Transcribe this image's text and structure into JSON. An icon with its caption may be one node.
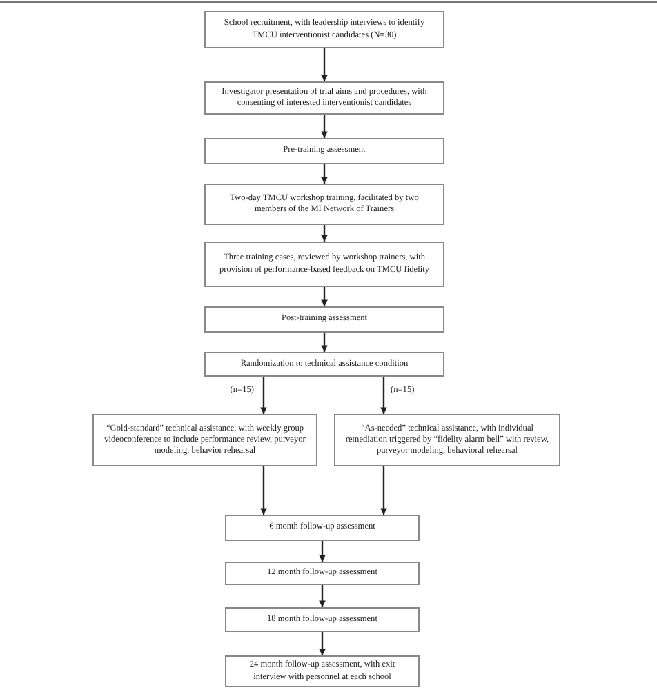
{
  "diagram": {
    "nodes": [
      {
        "text": [
          "School recruitment, with leadership interviews to identify TMCU interventionist candidates (N=30)"
        ]
      },
      {
        "text": [
          "Investigator presentation of trial aims and procedures, with consenting of interested interventionist candidates"
        ]
      },
      {
        "text": [
          "Pre-training assessment"
        ]
      },
      {
        "text": [
          "Two-day TMCU workshop training, facilitated by two members of the MI Network of Trainers"
        ]
      },
      {
        "text": [
          "Three training cases, reviewed by workshop trainers, with provision of performance-based feedback on TMCU fidelity"
        ]
      },
      {
        "text": [
          "Post-training assessment"
        ]
      },
      {
        "text": [
          "Randomization to technical assistance condition"
        ]
      },
      {
        "text": [
          "“Gold-standard” technical assistance, with weekly group videoconference to include performance review, purveyor modeling, behavior rehearsal"
        ]
      },
      {
        "text": [
          "“As-needed” technical assistance, with individual remediation triggered by “fidelity alarm bell” with review, purveyor modeling, behavioral rehearsal"
        ]
      },
      {
        "text": [
          "6 month follow-up assessment"
        ]
      },
      {
        "text": [
          "12 month follow-up assessment"
        ]
      },
      {
        "text": [
          "18 month follow-up assessment"
        ]
      },
      {
        "text": [
          "24 month follow-up assessment, with exit interview with personnel at each school"
        ]
      }
    ],
    "edges": [
      {
        "from": 0,
        "to": 1,
        "arrow": "to"
      },
      {
        "from": 1,
        "to": 2,
        "arrow": "to"
      },
      {
        "from": 2,
        "to": 3,
        "arrow": "to"
      },
      {
        "from": 3,
        "to": 4,
        "arrow": "to"
      },
      {
        "from": 4,
        "to": 5,
        "arrow": "to"
      },
      {
        "from": 5,
        "to": 6,
        "arrow": "to"
      },
      {
        "from": 6,
        "to": 7,
        "arrow": "to",
        "label": "(n=15)"
      },
      {
        "from": 6,
        "to": 8,
        "arrow": "to",
        "label": "(n=15)"
      },
      {
        "from": 7,
        "to": 9,
        "arrow": "to"
      },
      {
        "from": 8,
        "to": 9,
        "arrow": "to"
      },
      {
        "from": 9,
        "to": 10,
        "arrow": "to"
      },
      {
        "from": 10,
        "to": 11,
        "arrow": "to"
      },
      {
        "from": 11,
        "to": 12,
        "arrow": "to"
      }
    ]
  }
}
